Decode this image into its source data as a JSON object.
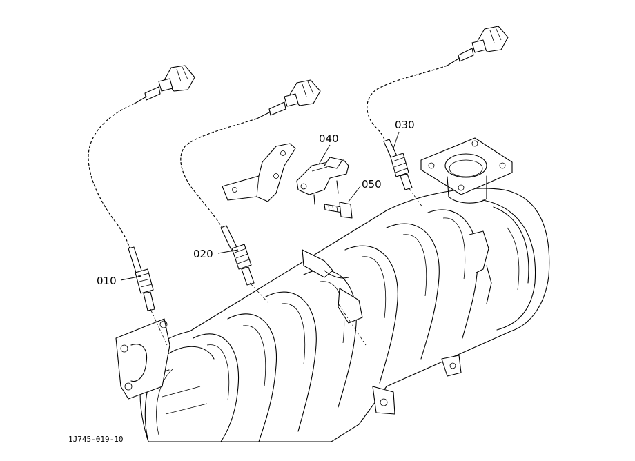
{
  "parts": [
    {
      "id": "p010",
      "label": "010"
    },
    {
      "id": "p020",
      "label": "020"
    },
    {
      "id": "p030",
      "label": "030"
    },
    {
      "id": "p040",
      "label": "040"
    },
    {
      "id": "p050",
      "label": "050"
    }
  ],
  "drawing_code": "1J745-019-10"
}
